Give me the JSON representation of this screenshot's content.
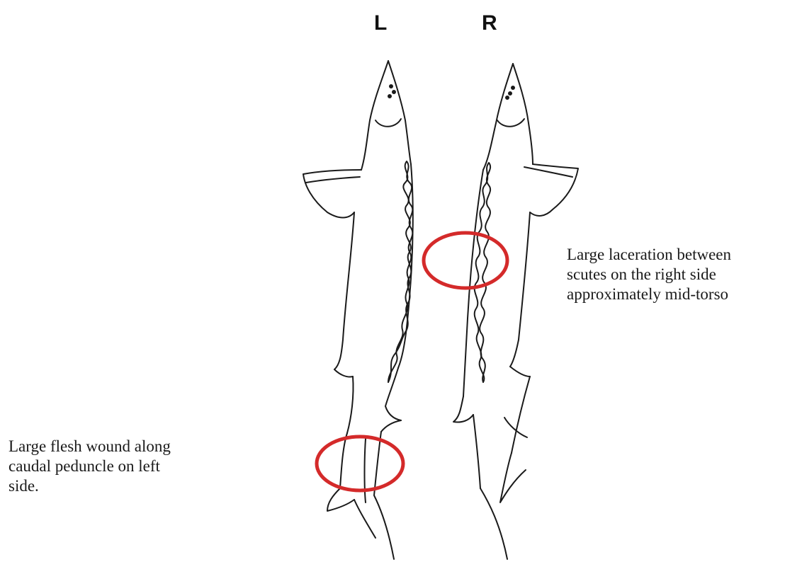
{
  "labels": {
    "left": "L",
    "right": "R"
  },
  "annotations": {
    "right_side": [
      "Large laceration between",
      "scutes on the right side",
      "approximately mid-torso"
    ],
    "left_side": [
      "Large flesh wound along",
      "caudal peduncle on left",
      "side."
    ]
  },
  "colors": {
    "outline": "#1a1a1a",
    "highlight": "#d42a2a"
  }
}
